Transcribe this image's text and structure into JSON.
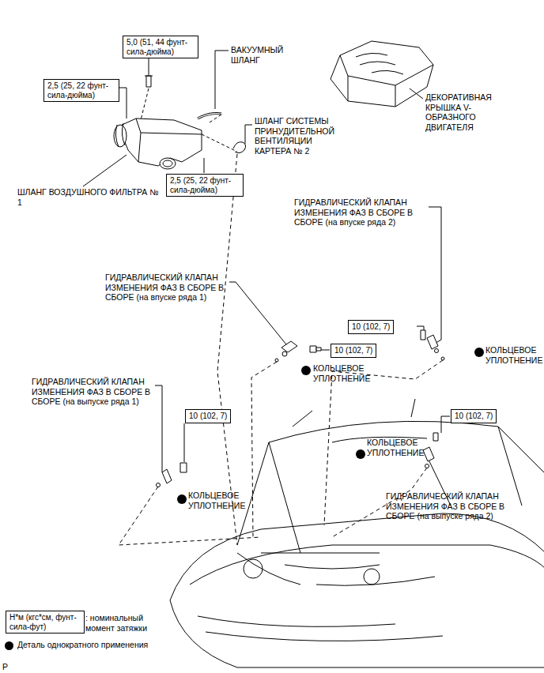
{
  "diagram": {
    "nodes": [
      {
        "text": [
          "5,0 (51, 44 фунт-сила-дюйма)"
        ]
      },
      {
        "text": [
          "2,5 (25, 22 фунт-сила-дюйма)"
        ]
      },
      {
        "text": [
          "2,5 (25, 22 фунт-сила-дюйма)"
        ]
      },
      {
        "text": [
          "10 (102, 7)"
        ]
      },
      {
        "text": [
          "10 (102, 7)"
        ]
      },
      {
        "text": [
          "10 (102, 7)"
        ]
      },
      {
        "text": [
          "10 (102, 7)"
        ]
      },
      {
        "text": [
          "Н*м (кгс*см, фунт-сила-фут)"
        ]
      }
    ],
    "labels": [
      "ВАКУУМНЫЙ ШЛАНГ",
      "ДЕКОРАТИВНАЯ КРЫШКА V-ОБРАЗНОГО ДВИГАТЕЛЯ",
      "ШЛАНГ СИСТЕМЫ ПРИНУДИТЕЛЬНОЙ ВЕНТИЛЯЦИИ КАРТЕРА № 2",
      "ШЛАНГ ВОЗДУШНОГО ФИЛЬТРА № 1",
      "ГИДРАВЛИЧЕСКИЙ КЛАПАН ИЗМЕНЕНИЯ ФАЗ В СБОРЕ В СБОРЕ (на впуске ряда 2)",
      "ГИДРАВЛИЧЕСКИЙ КЛАПАН ИЗМЕНЕНИЯ ФАЗ В СБОРЕ В СБОРЕ (на впуске ряда 1)",
      "КОЛЬЦЕВОЕ УПЛОТНЕНИЕ",
      "КОЛЬЦЕВОЕ УПЛОТНЕНИЕ",
      "ГИДРАВЛИЧЕСКИЙ КЛАПАН ИЗМЕНЕНИЯ ФАЗ В СБОРЕ В СБОРЕ (на выпуске ряда 1)",
      "КОЛЬЦЕВОЕ УПЛОТНЕНИЕ",
      "ГИДРАВЛИЧЕСКИЙ КЛАПАН ИЗМЕНЕНИЯ ФАЗ В СБОРЕ В СБОРЕ (на выпуске ряда 2)",
      "КОЛЬЦЕВОЕ УПЛОТНЕНИЕ",
      "P"
    ],
    "legend": [
      {
        "text": ": номинальный момент затяжки"
      },
      {
        "text": "Деталь однократного применения",
        "color": "#000000"
      }
    ]
  }
}
